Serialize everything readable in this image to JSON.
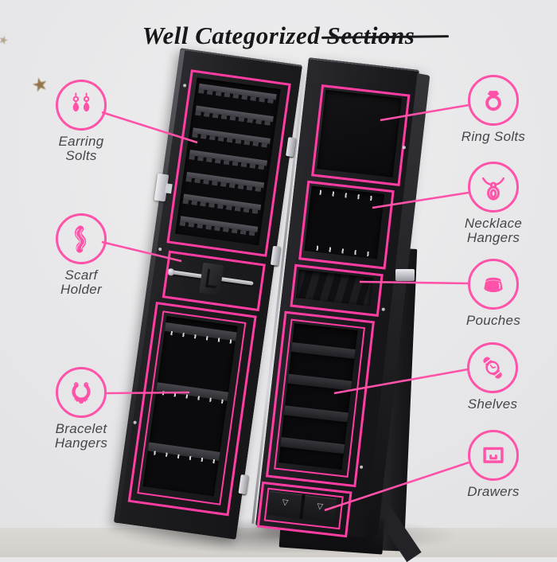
{
  "title": {
    "text": "Well Categorized Sections"
  },
  "callouts": {
    "earring": {
      "line1": "Earring",
      "line2": "Solts",
      "icon": "earrings-icon"
    },
    "scarf": {
      "line1": "Scarf",
      "line2": "Holder",
      "icon": "scarf-icon"
    },
    "bracelet": {
      "line1": "Bracelet",
      "line2": "Hangers",
      "icon": "bracelet-icon"
    },
    "ring": {
      "line1": "Ring Solts",
      "line2": "",
      "icon": "ring-icon"
    },
    "necklace": {
      "line1": "Necklace",
      "line2": "Hangers",
      "icon": "necklace-icon"
    },
    "pouches": {
      "line1": "Pouches",
      "line2": "",
      "icon": "pouch-icon"
    },
    "shelves": {
      "line1": "Shelves",
      "line2": "",
      "icon": "watch-icon"
    },
    "drawers": {
      "line1": "Drawers",
      "line2": "",
      "icon": "drawer-icon"
    }
  },
  "decor": {
    "star_glyph": "★"
  },
  "colors": {
    "accent": "#ff52a8",
    "highlight": "#ff3da2",
    "label": "#46464a",
    "title": "#17171a",
    "cabinet": "#1d1d20",
    "background": "#e8e8ea",
    "star": "#8d6a3e",
    "silver": "#c9c9cf"
  }
}
